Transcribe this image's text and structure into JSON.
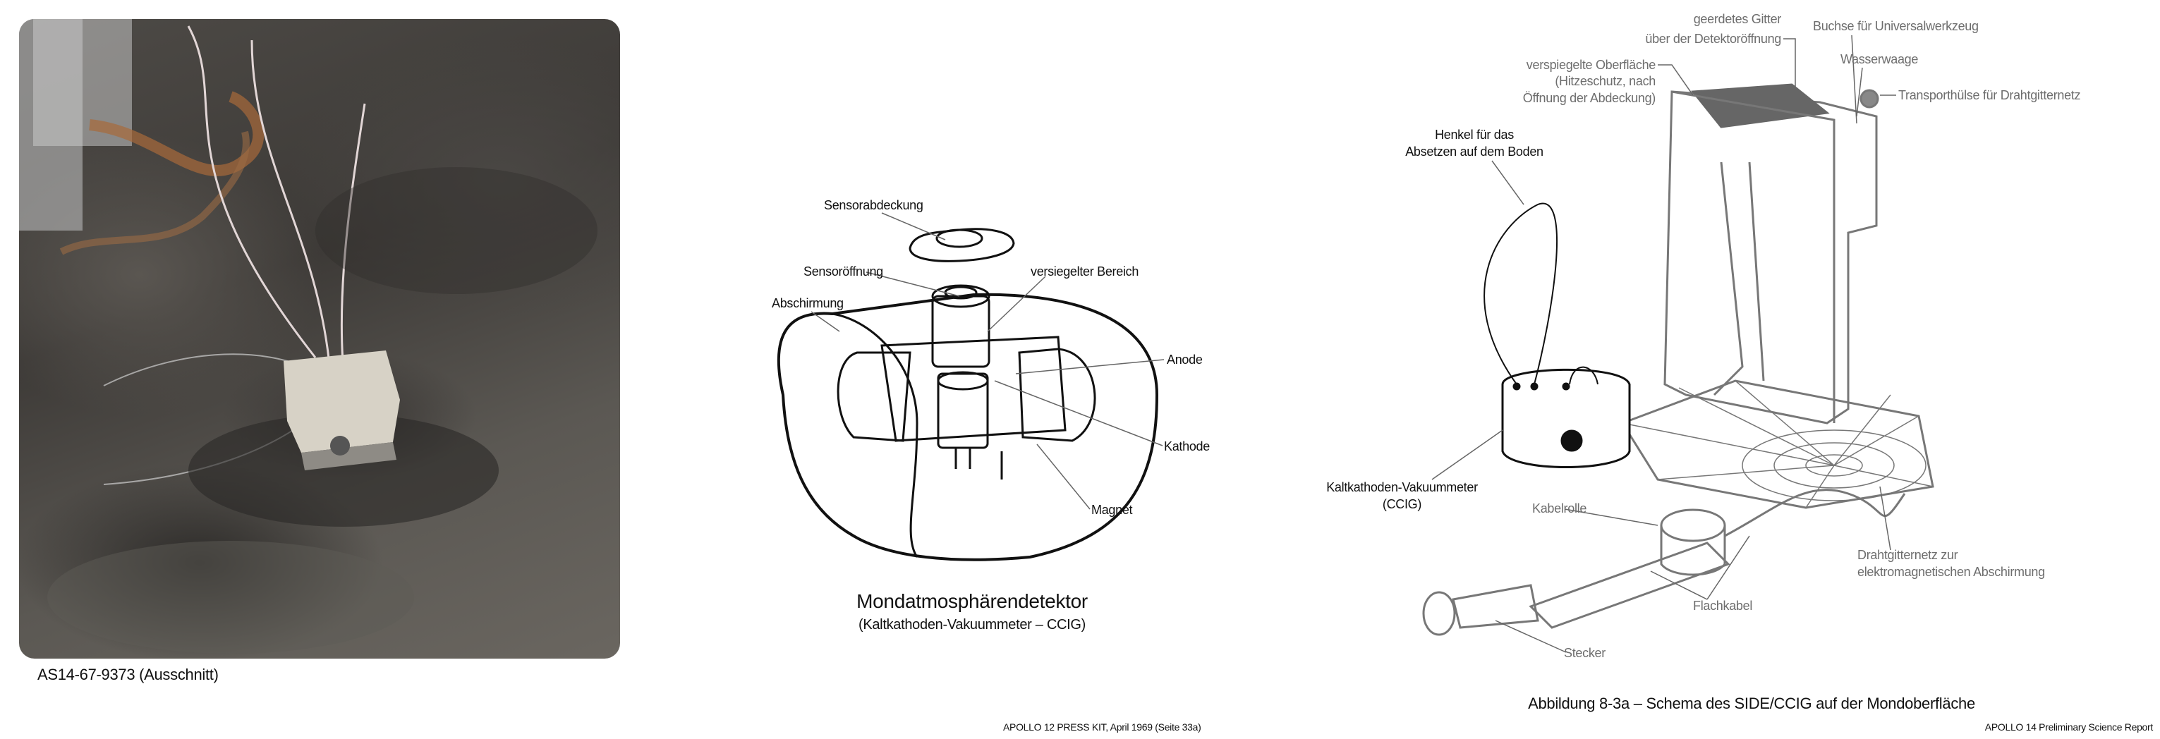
{
  "photo": {
    "caption": "AS14-67-9373 (Ausschnitt)"
  },
  "ccig_diagram": {
    "labels": {
      "cover": "Sensorabdeckung",
      "opening": "Sensoröffnung",
      "sealed": "versiegelter Bereich",
      "shield": "Abschirmung",
      "anode": "Anode",
      "cathode": "Kathode",
      "magnet": "Magnet"
    },
    "title": "Mondatmosphärendetektor",
    "subtitle": "(Kaltkathoden-Vakuummeter – CCIG)",
    "source": "APOLLO 12 PRESS KIT, April 1969 (Seite 33a)"
  },
  "side_diagram": {
    "labels": {
      "grid_1": "geerdetes Gitter",
      "grid_2": "über der Detektoröffnung",
      "socket": "Buchse für Universalwerkzeug",
      "level": "Wasserwaage",
      "mirror_1": "verspiegelte Oberfläche",
      "mirror_2": "(Hitzeschutz, nach",
      "mirror_3": "Öffnung der Abdeckung)",
      "sleeve": "Transporthülse für Drahtgitternetz",
      "handle_1": "Henkel für das",
      "handle_2": "Absetzen auf dem Boden",
      "ccig_1": "Kaltkathoden-Vakuummeter",
      "ccig_2": "(CCIG)",
      "reel": "Kabelrolle",
      "mesh_1": "Drahtgitternetz zur",
      "mesh_2": "elektromagnetischen Abschirmung",
      "flatcable": "Flachkabel",
      "plug": "Stecker"
    },
    "caption": "Abbildung 8-3a – Schema des SIDE/CCIG auf der Mondoberfläche",
    "source": "APOLLO 14 Preliminary Science Report"
  }
}
